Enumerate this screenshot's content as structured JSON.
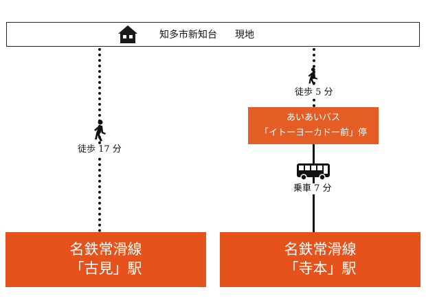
{
  "header": {
    "location": "知多市新知台",
    "status": "現地",
    "icon": "house-icon"
  },
  "left_route": {
    "walk_label": "徒歩 17 分",
    "icon": "walking-person-icon",
    "station": {
      "line": "名鉄常滑線",
      "name": "「古見」駅"
    }
  },
  "right_route": {
    "walk_label": "徒歩 5 分",
    "walk_icon": "walking-person-icon",
    "bus_stop": {
      "line1": "あいあいバス",
      "line2": "「イトーヨーカドー前」停"
    },
    "bus_icon": "bus-icon",
    "ride_label": "乗車 7 分",
    "station": {
      "line": "名鉄常滑線",
      "name": "「寺本」駅"
    }
  },
  "colors": {
    "accent": "#e5521c",
    "stop_box": "#e35d24",
    "line": "#111111"
  }
}
